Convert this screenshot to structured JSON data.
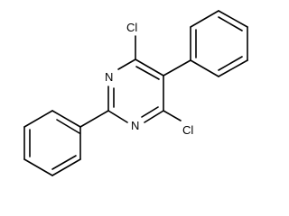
{
  "molecule": {
    "atoms": {
      "cl_top": "Cl",
      "cl_bottom": "Cl",
      "n_upper": "N",
      "n_lower": "N"
    },
    "colors": {
      "bond": "#000000",
      "label": "#000000",
      "background": "#ffffff"
    }
  }
}
